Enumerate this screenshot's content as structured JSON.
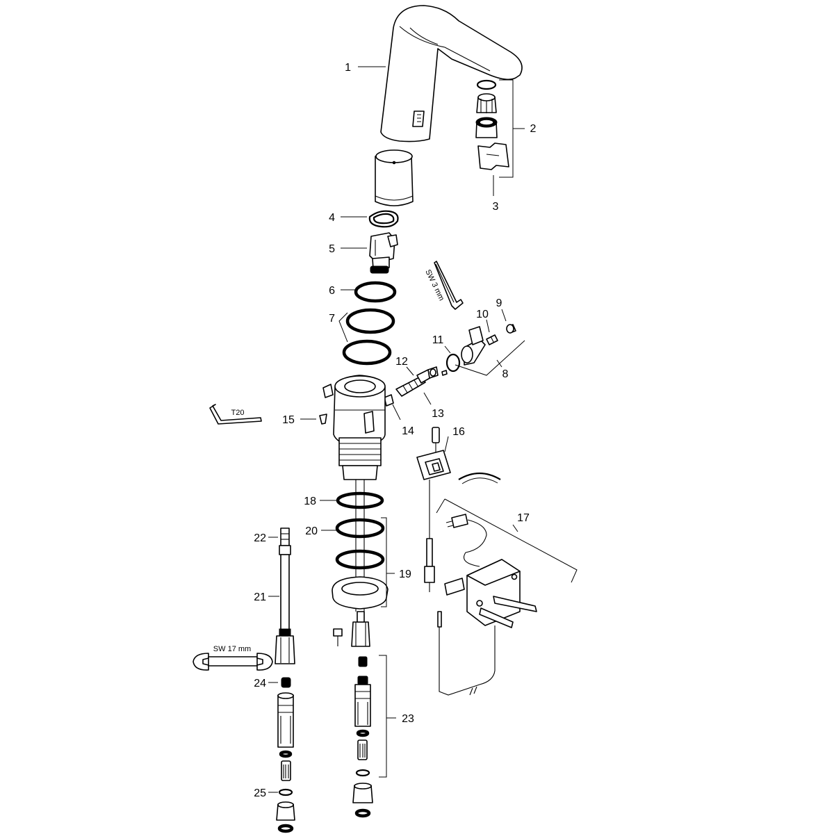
{
  "labels": {
    "p1": "1",
    "p2": "2",
    "p3": "3",
    "p4": "4",
    "p5": "5",
    "p6": "6",
    "p7": "7",
    "p8": "8",
    "p9": "9",
    "p10": "10",
    "p11": "11",
    "p12": "12",
    "p13": "13",
    "p14": "14",
    "p15": "15",
    "p16": "16",
    "p17": "17",
    "p18": "18",
    "p19": "19",
    "p20": "20",
    "p21": "21",
    "p22": "22",
    "p23": "23",
    "p24": "24",
    "p25": "25"
  },
  "tools": {
    "hex_key_3": "SW 3 mm",
    "torx_key": "T20",
    "wrench_17": "SW 17 mm"
  }
}
